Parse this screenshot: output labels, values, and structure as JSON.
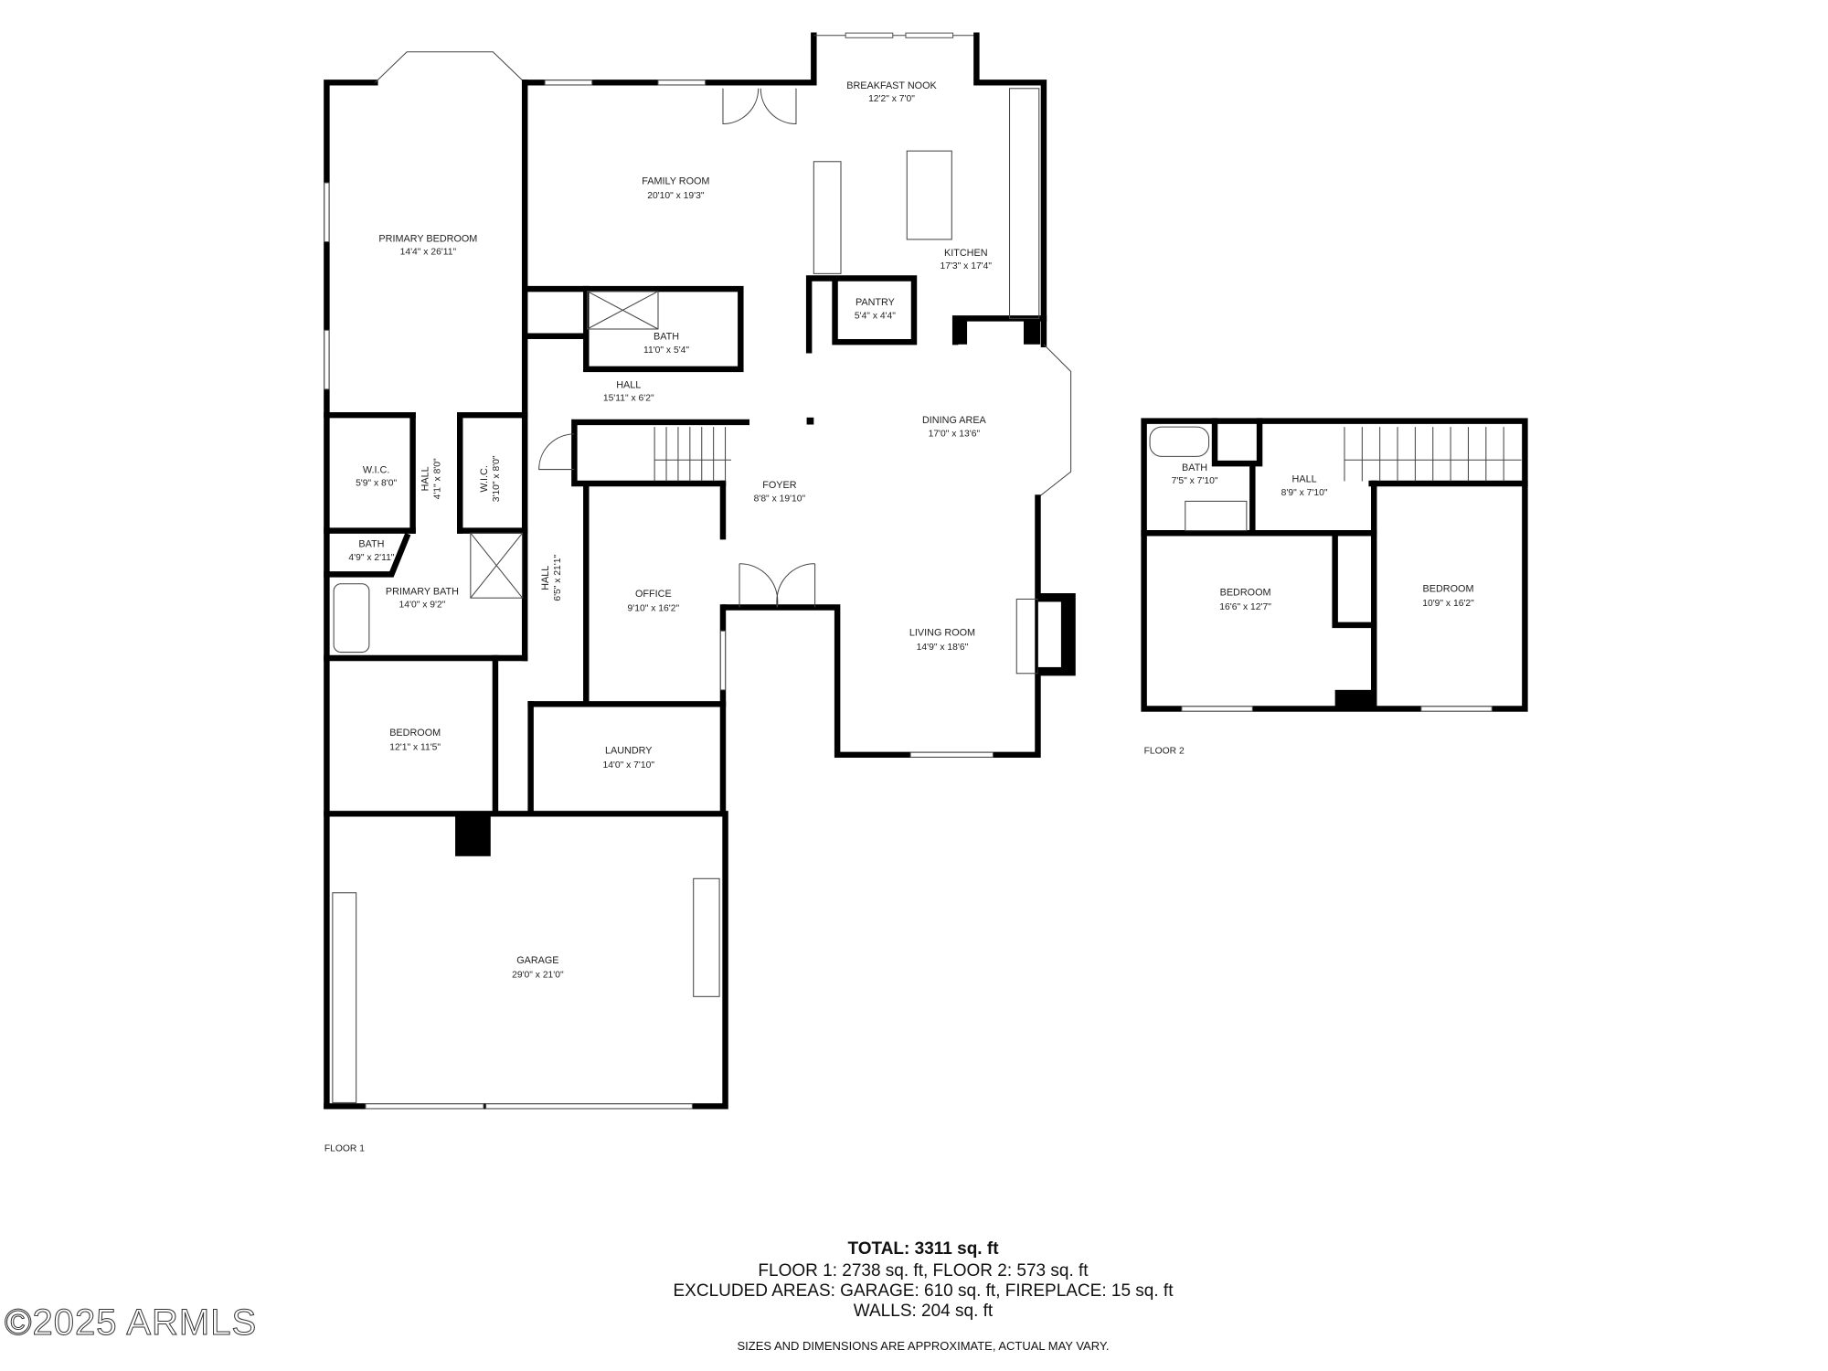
{
  "rooms": [
    {
      "name": "BREAKFAST NOOK",
      "dims": "12'2\" x 7'0\""
    },
    {
      "name": "FAMILY ROOM",
      "dims": "20'10\" x 19'3\""
    },
    {
      "name": "KITCHEN",
      "dims": "17'3\" x 17'4\""
    },
    {
      "name": "PRIMARY BEDROOM",
      "dims": "14'4\" x 26'11\""
    },
    {
      "name": "PANTRY",
      "dims": "5'4\" x 4'4\""
    },
    {
      "name": "BATH",
      "dims": "11'0\" x 5'4\""
    },
    {
      "name": "HALL",
      "dims": "15'11\" x 6'2\""
    },
    {
      "name": "DINING AREA",
      "dims": "17'0\" x 13'6\""
    },
    {
      "name": "W.I.C.",
      "dims": "5'9\" x 8'0\""
    },
    {
      "name": "HALL",
      "dims": "4'1\" x 8'0\""
    },
    {
      "name": "W.I.C.",
      "dims": "3'10\" x 8'0\""
    },
    {
      "name": "FOYER",
      "dims": "8'8\" x 19'10\""
    },
    {
      "name": "BATH",
      "dims": "4'9\" x 2'11\""
    },
    {
      "name": "PRIMARY BATH",
      "dims": "14'0\" x 9'2\""
    },
    {
      "name": "HALL",
      "dims": "6'5\" x 21'1\""
    },
    {
      "name": "OFFICE",
      "dims": "9'10\" x 16'2\""
    },
    {
      "name": "LIVING ROOM",
      "dims": "14'9\" x 18'6\""
    },
    {
      "name": "BEDROOM",
      "dims": "12'1\" x 11'5\""
    },
    {
      "name": "LAUNDRY",
      "dims": "14'0\" x 7'10\""
    },
    {
      "name": "GARAGE",
      "dims": "29'0\" x 21'0\""
    },
    {
      "name": "BATH",
      "dims": "7'5\" x 7'10\""
    },
    {
      "name": "HALL",
      "dims": "8'9\" x 7'10\""
    },
    {
      "name": "BEDROOM",
      "dims": "16'6\" x 12'7\""
    },
    {
      "name": "BEDROOM",
      "dims": "10'9\" x 16'2\""
    }
  ],
  "floors": {
    "floor1": "FLOOR 1",
    "floor2": "FLOOR 2"
  },
  "summary": {
    "total": "TOTAL: 3311 sq. ft",
    "floors": "FLOOR 1: 2738 sq. ft, FLOOR 2: 573 sq. ft",
    "excluded": "EXCLUDED AREAS: GARAGE: 610 sq. ft, FIREPLACE: 15 sq. ft",
    "walls": "WALLS: 204 sq. ft",
    "disclaimer": "SIZES AND DIMENSIONS ARE APPROXIMATE, ACTUAL MAY VARY."
  },
  "watermark": "©2025 ARMLS"
}
